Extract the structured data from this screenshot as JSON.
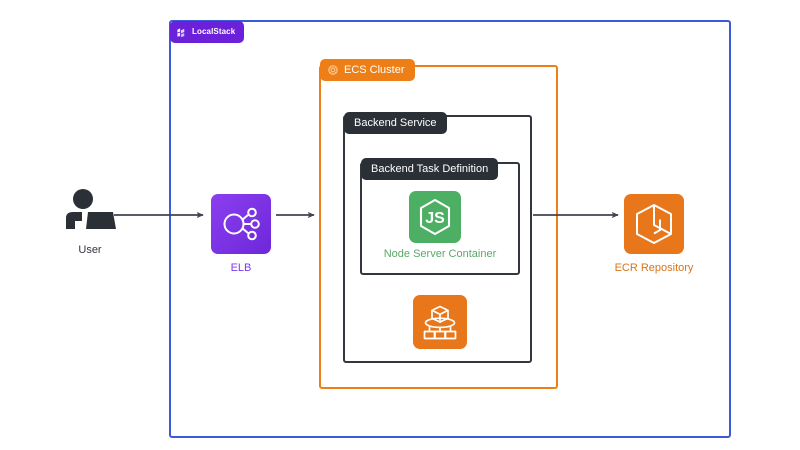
{
  "diagram": {
    "title": "LocalStack ECS architecture",
    "background": "#ffffff"
  },
  "groups": [
    {
      "id": "localstack",
      "label": "LocalStack",
      "icon": "localstack-logo-icon",
      "border_color": "#3b5bdb",
      "label_bg": "#6a21d9",
      "label_color": "#ffffff"
    },
    {
      "id": "ecs-cluster",
      "label": "ECS Cluster",
      "icon": "ecs-cluster-icon",
      "border_color": "#ee7f16",
      "label_bg": "#ee7f16",
      "label_color": "#ffffff"
    },
    {
      "id": "backend-service",
      "label": "Backend Service",
      "icon": "none",
      "border_color": "#32363d",
      "label_bg": "#2b2f36",
      "label_color": "#ffffff"
    },
    {
      "id": "backend-task-definition",
      "label": "Backend Task Definition",
      "icon": "none",
      "border_color": "#32363d",
      "label_bg": "#2b2f36",
      "label_color": "#ffffff"
    }
  ],
  "nodes": [
    {
      "id": "user",
      "label": "User",
      "icon": "user-at-laptop-icon",
      "color": "#2b2f36",
      "label_color": "#32363d"
    },
    {
      "id": "elb",
      "label": "ELB",
      "icon": "load-balancer-icon",
      "color": "#7c3aed",
      "label_color": "#7c3aed"
    },
    {
      "id": "node-server-container",
      "label": "Node Server Container",
      "icon": "nodejs-icon",
      "color": "#4caf63",
      "label_color": "#5aa76a"
    },
    {
      "id": "ecs-task",
      "label": "",
      "icon": "ecs-container-service-icon",
      "color": "#e8761a",
      "label_color": "#d9731a"
    },
    {
      "id": "ecr-repository",
      "label": "ECR Repository",
      "icon": "ecr-cube-icon",
      "color": "#e8761a",
      "label_color": "#d9731a"
    }
  ],
  "connections": [
    {
      "id": "user-to-elb",
      "from": "user",
      "to": "elb",
      "color": "#3f4550",
      "arrowhead": "solid"
    },
    {
      "id": "elb-to-ecs",
      "from": "elb",
      "to": "ecs-cluster",
      "color": "#3f4550",
      "arrowhead": "solid"
    },
    {
      "id": "service-to-ecr",
      "from": "backend-service",
      "to": "ecr-repository",
      "color": "#3f4550",
      "arrowhead": "solid"
    }
  ]
}
